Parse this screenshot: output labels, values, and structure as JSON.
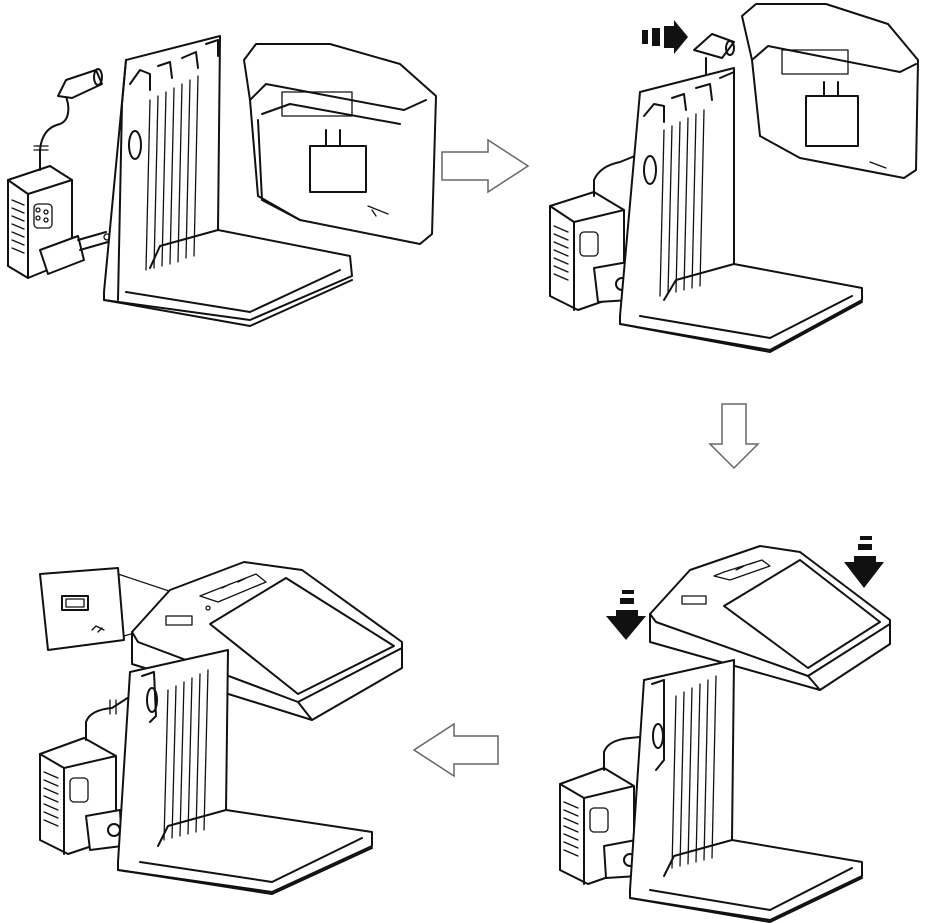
{
  "diagram": {
    "steps": [
      {
        "id": 1,
        "description_visible_text": ""
      },
      {
        "id": 2,
        "description_visible_text": ""
      },
      {
        "id": 3,
        "description_visible_text": ""
      },
      {
        "id": 4,
        "description_visible_text": ""
      }
    ],
    "flow_arrows": [
      "right",
      "down",
      "left"
    ],
    "colors": {
      "line": "#111111",
      "background": "#ffffff",
      "arrow_outline": "#666666"
    }
  }
}
